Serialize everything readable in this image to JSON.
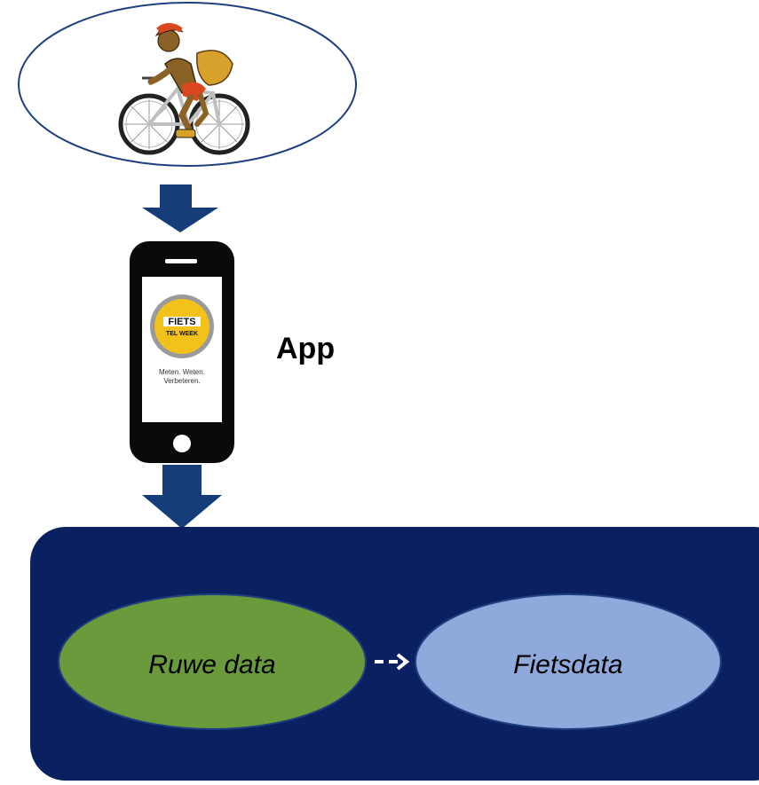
{
  "labels": {
    "app": "App",
    "raw_data": "Ruwe data",
    "bike_data": "Fietsdata"
  },
  "logo": {
    "line1": "FIETS",
    "line2": "TEL WEEK",
    "tagline1": "Meten. Weten.",
    "tagline2": "Verbeteren."
  },
  "colors": {
    "navy": "#0b2060",
    "arrow": "#163d7a",
    "ellipse_stroke": "#1f3f80",
    "green": "#6a9a3c",
    "light_blue": "#8fa9dc",
    "logo_yellow": "#f2c21b"
  },
  "icons": {
    "cyclist": "cyclist-icon",
    "phone": "smartphone-icon"
  }
}
